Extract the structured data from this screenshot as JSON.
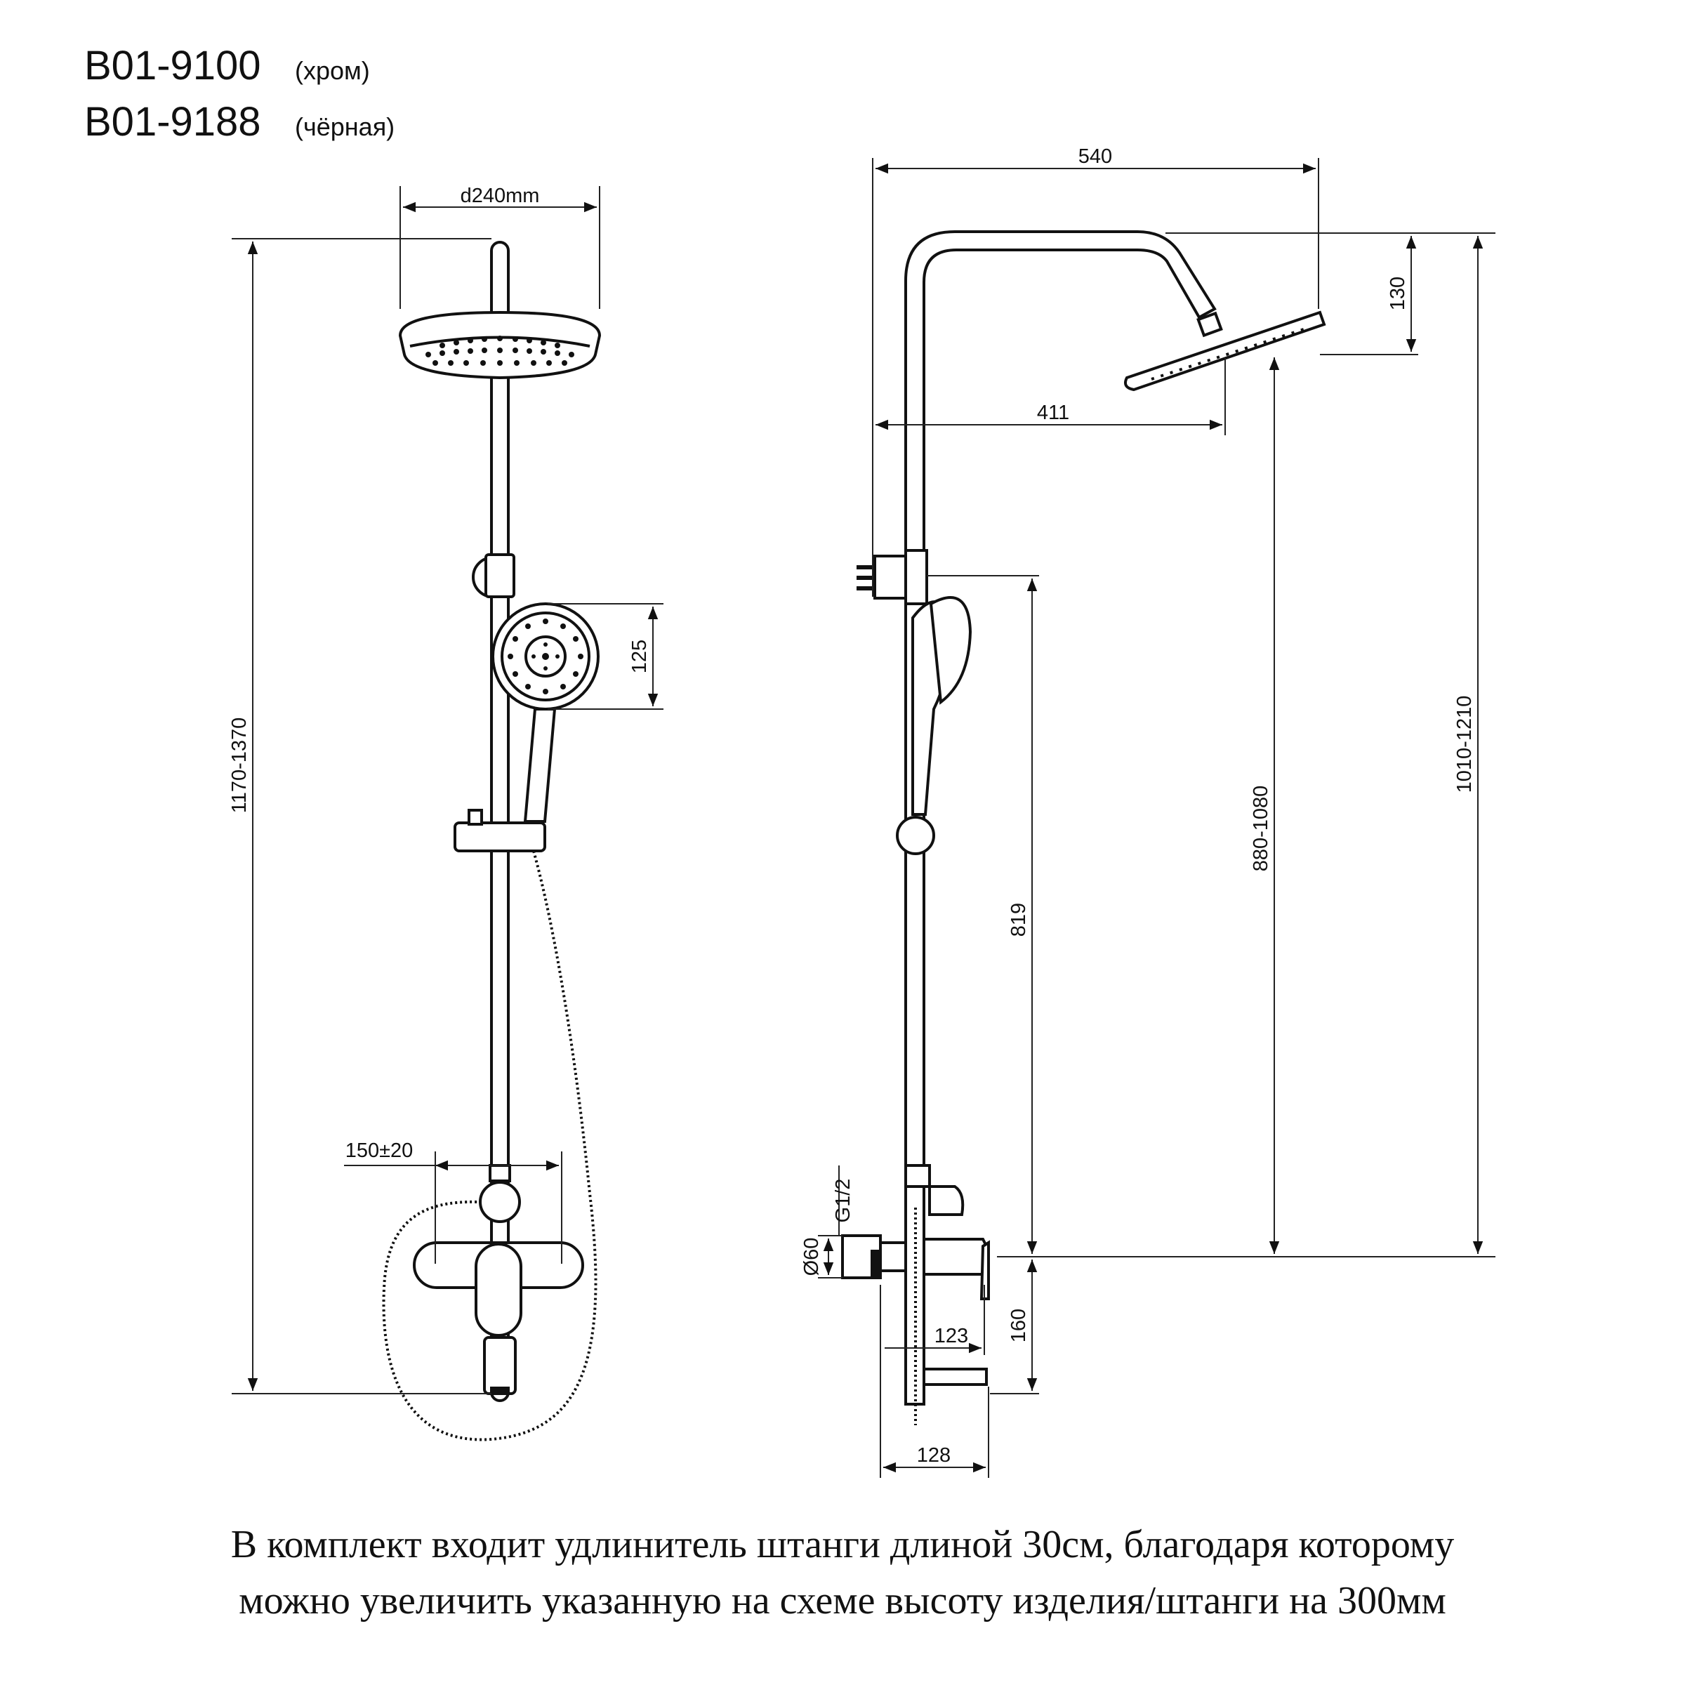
{
  "header": {
    "models": [
      {
        "code": "B01-9100",
        "variant": "(хром)"
      },
      {
        "code": "B01-9188",
        "variant": "(чёрная)"
      }
    ]
  },
  "dimensions": {
    "head_diameter": "d240mm",
    "total_height": "1170-1370",
    "hand_shower": "125",
    "inlet_spacing": "150±20",
    "arm_reach": "540",
    "head_offset": "411",
    "head_drop": "130",
    "rail_height": "1010-1210",
    "head_to_mixer": "880-1080",
    "holder_height": "819",
    "thread": "G1/2",
    "flange": "Ø60",
    "spout_height": "160",
    "mixer_depth": "123",
    "spout_depth": "128"
  },
  "note": {
    "line1": "В комплект входит удлинитель штанги длиной 30см, благодаря которому",
    "line2": "можно увеличить указанную на схеме высоту изделия/штанги на 300мм"
  }
}
